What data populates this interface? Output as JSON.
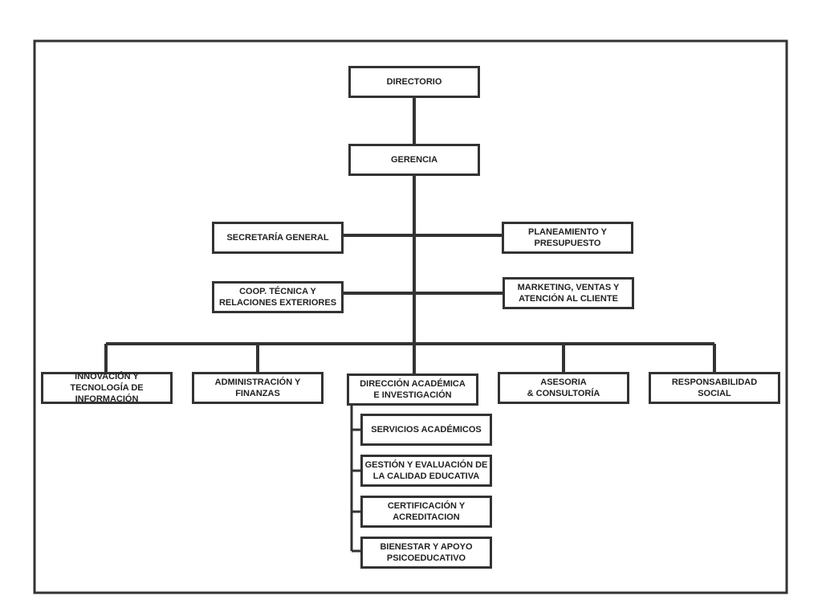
{
  "org_chart": {
    "directorio": "DIRECTORIO",
    "gerencia": "GERENCIA",
    "secretaria": "SECRETARÍA GENERAL",
    "planeamiento": "PLANEAMIENTO Y PRESUPUESTO",
    "coop": "COOP. TÉCNICA Y\nRELACIONES EXTERIORES",
    "marketing": "MARKETING, VENTAS Y\nATENCIÓN AL CLIENTE",
    "innovacion": "INNOVACIÓN Y\nTECNOLOGÍA DE INFORMACIÓN",
    "administracion": "ADMINISTRACIÓN Y FINANZAS",
    "direccion": "DIRECCIÓN ACADÉMICA\nE INVESTIGACIÓN",
    "asesoria": "ASESORIA\n& CONSULTORÍA",
    "responsabilidad": "RESPONSABILIDAD\nSOCIAL",
    "servicios": "SERVICIOS ACADÉMICOS",
    "gestion": "GESTIÓN Y  EVALUACIÓN DE\nLA CALIDAD EDUCATIVA",
    "certificacion": "CERTIFICACIÓN Y\nACREDITACION",
    "bienestar": "BIENESTAR Y APOYO\nPSICOEDUCATIVO"
  },
  "colors": {
    "line": "#333333",
    "text": "#222222",
    "background": "#ffffff"
  }
}
